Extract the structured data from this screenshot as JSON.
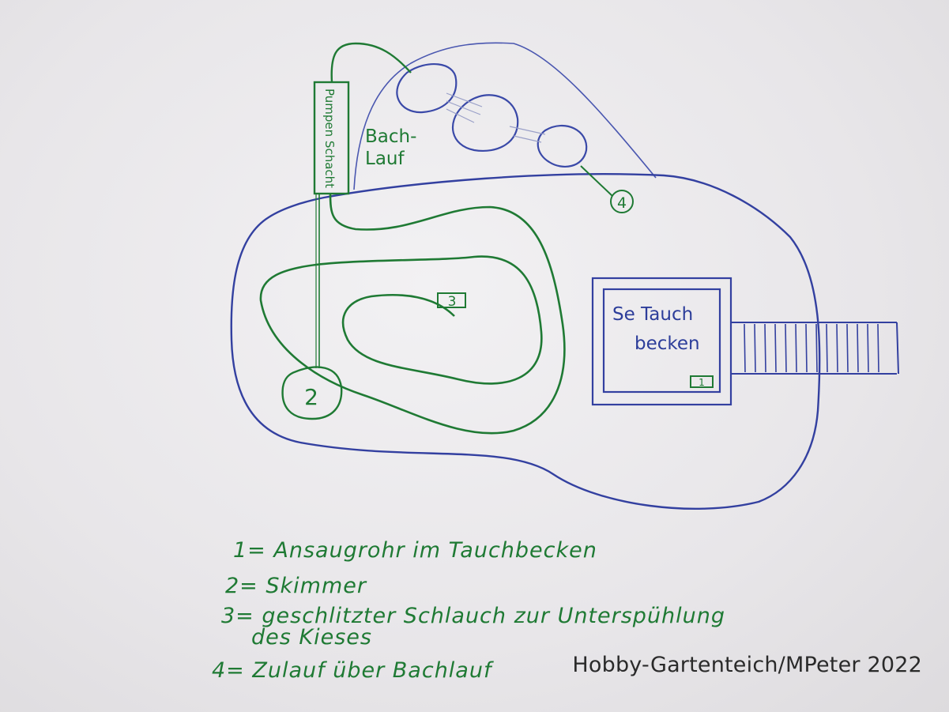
{
  "colors": {
    "blue_ink": "#2c3d9a",
    "green_ink": "#1f7a34",
    "paper": "#eceaed"
  },
  "labels": {
    "pump_shaft": "Pumpen Schacht",
    "stream_line1": "Bach-",
    "stream_line2": "Lauf",
    "diving_line1": "Se Tauch",
    "diving_line2": "becken",
    "marker_1": "1",
    "marker_2": "2",
    "marker_3": "3",
    "marker_4": "4"
  },
  "legend": [
    "1= Ansaugrohr im Tauchbecken",
    "2= Skimmer",
    "3= geschlitzter Schlauch zur Unterspühlung",
    "des Kieses",
    "4= Zulauf über Bachlauf"
  ],
  "watermark": "Hobby-Gartenteich/MPeter 2022"
}
